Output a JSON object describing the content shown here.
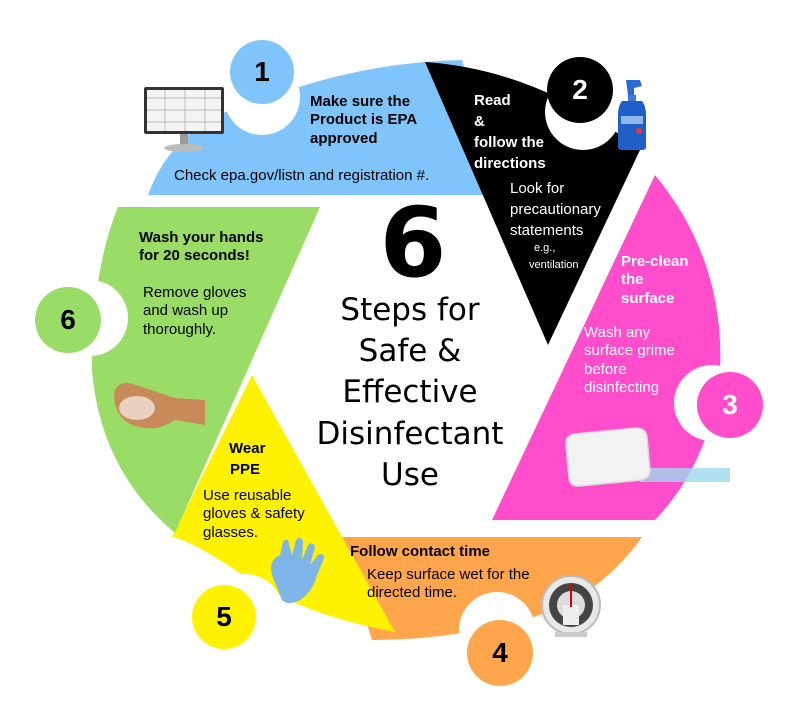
{
  "title": {
    "number": "6",
    "text": "Steps for\nSafe &\nEffective\nDisinfectant\nUse"
  },
  "colors": {
    "step1": "#7fc4fa",
    "step2": "#000000",
    "step3": "#ff4dcc",
    "step4": "#ffa64d",
    "step5": "#fff200",
    "step6": "#99dd66"
  },
  "steps": [
    {
      "number": "1",
      "heading": [
        "Make sure the",
        "Product is EPA",
        "approved"
      ],
      "detail": "Check epa.gov/listn and registration #.",
      "icon": "computer-monitor-icon"
    },
    {
      "number": "2",
      "heading": [
        "Read",
        "&",
        "follow the",
        "directions"
      ],
      "detail": [
        "Look for",
        "precautionary",
        "statements"
      ],
      "note": [
        "e.g.,",
        "ventilation"
      ],
      "icon": "spray-bottle-icon"
    },
    {
      "number": "3",
      "heading": [
        "Pre-clean",
        "the",
        "surface"
      ],
      "detail": [
        "Wash any",
        "surface grime",
        "before",
        "disinfecting"
      ],
      "icon": "soap-bar-icon"
    },
    {
      "number": "4",
      "heading": "Follow contact time",
      "detail": [
        "Keep surface wet for the",
        "directed time."
      ],
      "icon": "timer-icon"
    },
    {
      "number": "5",
      "heading": [
        "Wear",
        "PPE"
      ],
      "detail": [
        "Use reusable",
        "gloves & safety",
        "glasses."
      ],
      "icon": "glove-icon"
    },
    {
      "number": "6",
      "heading": [
        "Wash your hands",
        "for 20 seconds!"
      ],
      "detail": [
        "Remove gloves",
        "and wash up",
        "thoroughly."
      ],
      "icon": "washing-hands-icon"
    }
  ]
}
